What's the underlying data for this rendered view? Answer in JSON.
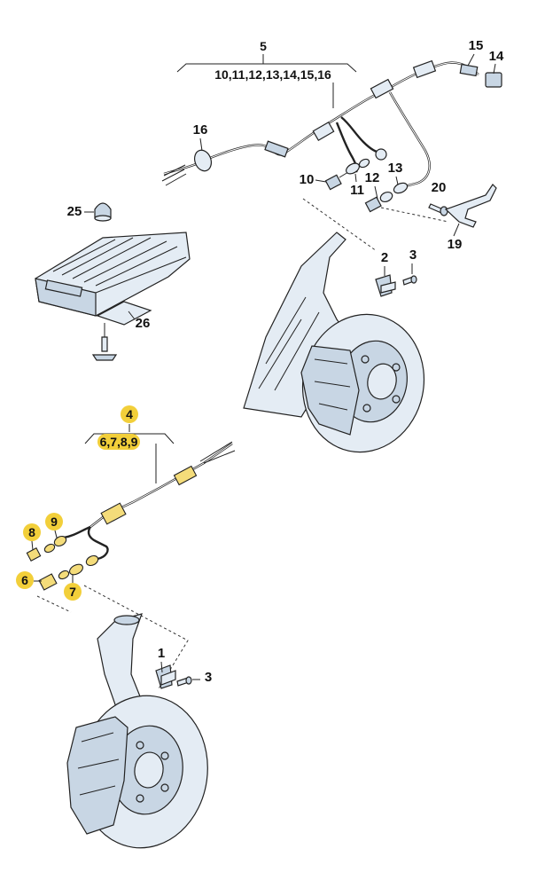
{
  "colors": {
    "highlight": "#f2cf3a",
    "part_fill": "#e4ecf4",
    "part_shade": "#c8d6e4",
    "line": "#222222"
  },
  "callouts": {
    "c1": "1",
    "c2": "2",
    "c3a": "3",
    "c3b": "3",
    "c4": "4",
    "c5": "5",
    "c6": "6",
    "c7": "7",
    "c8": "8",
    "c9": "9",
    "c10": "10",
    "c11": "11",
    "c12": "12",
    "c13": "13",
    "c14": "14",
    "c15": "15",
    "c16": "16",
    "c19": "19",
    "c20": "20",
    "c25": "25",
    "c26": "26"
  },
  "groups": {
    "rear_harness": "10,11,12,13,14,15,16",
    "front_harness": "6,7,8,9"
  },
  "icons": [
    "brake-disc-icon",
    "caliper-icon",
    "abs-sensor-icon",
    "control-unit-icon",
    "harness-icon",
    "bolt-icon",
    "cap-nut-icon",
    "bracket-icon"
  ]
}
